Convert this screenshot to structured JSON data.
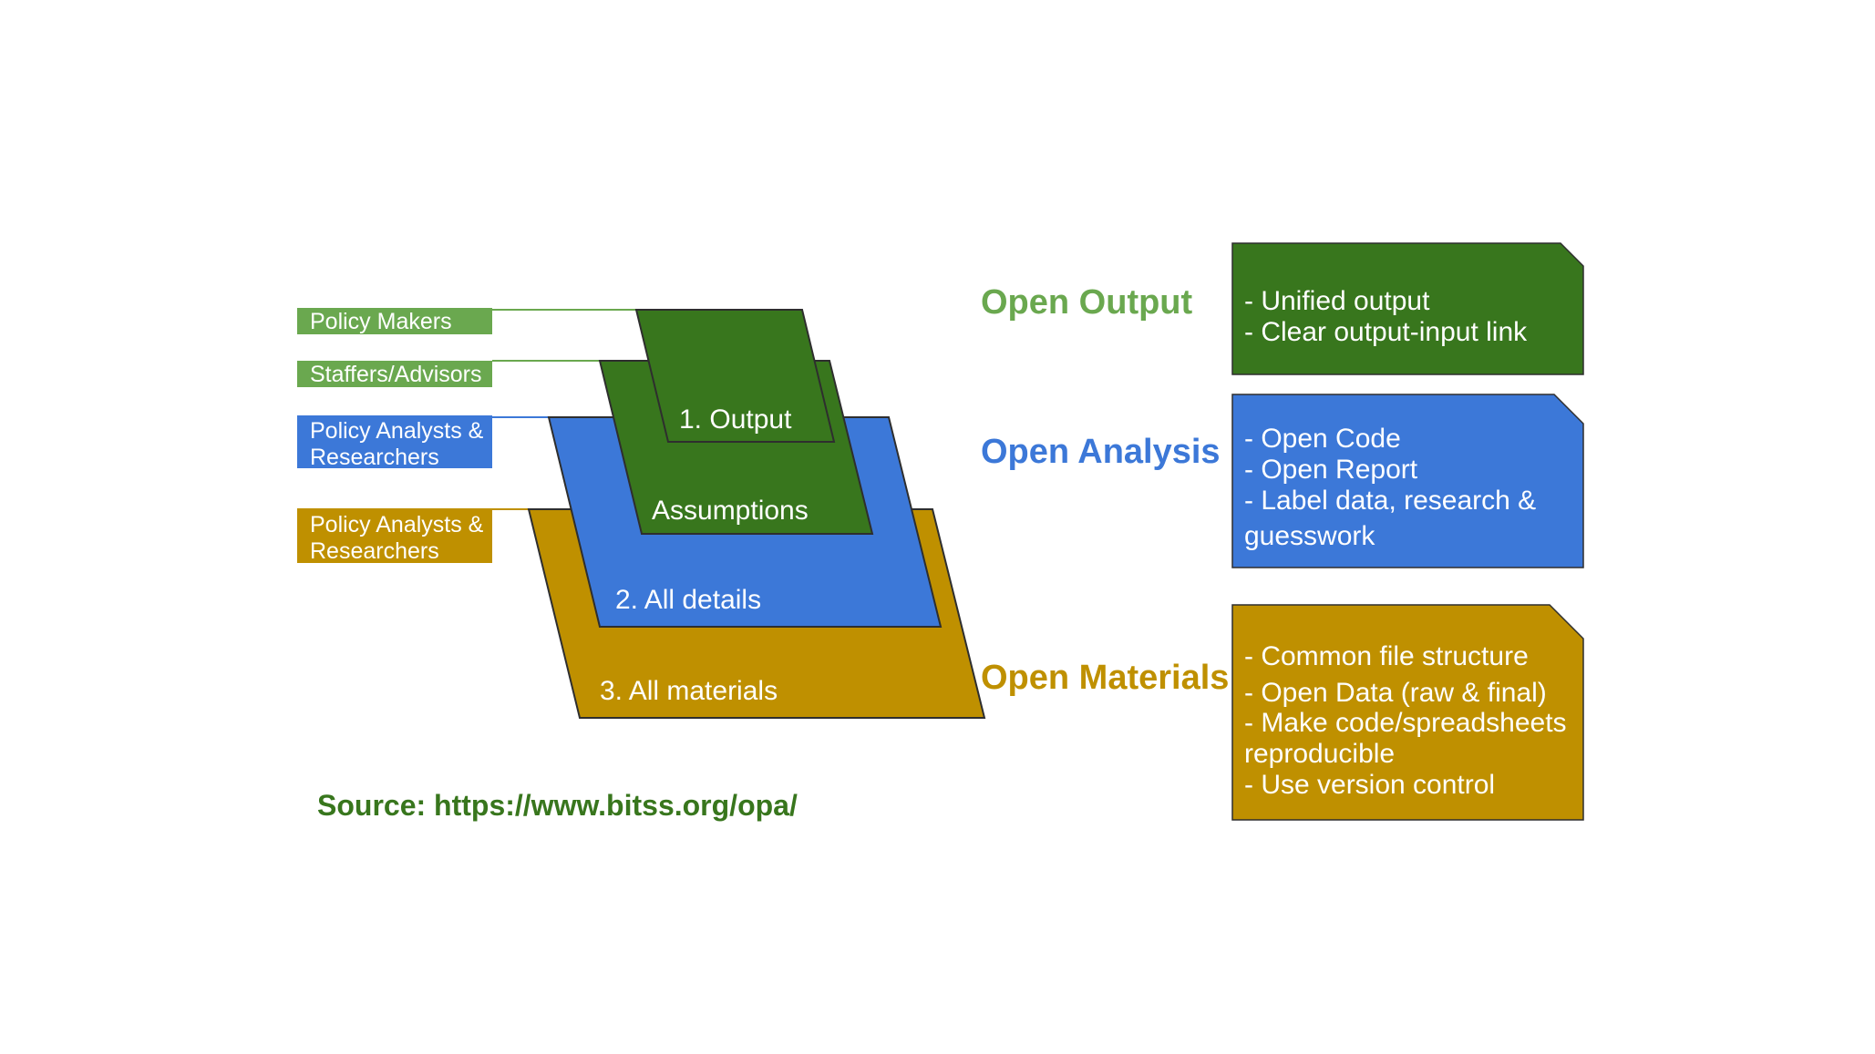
{
  "colors": {
    "light_green": "#6aa84f",
    "dark_green": "#38761d",
    "blue": "#3c78d8",
    "gold": "#bf9000",
    "source_green": "#38761d"
  },
  "audience_labels": [
    {
      "lines": [
        "Policy Makers"
      ],
      "color": "light_green"
    },
    {
      "lines": [
        "Staffers/Advisors"
      ],
      "color": "light_green"
    },
    {
      "lines": [
        "Policy Analysts &",
        "Researchers"
      ],
      "color": "blue"
    },
    {
      "lines": [
        "Policy Analysts &",
        "Researchers"
      ],
      "color": "gold"
    }
  ],
  "layers": {
    "output": "1. Output",
    "assumptions": "Assumptions",
    "details": "2. All details",
    "materials": "3. All materials"
  },
  "open_titles": {
    "output": "Open Output",
    "analysis": "Open Analysis",
    "materials": "Open Materials"
  },
  "boxes": {
    "output": [
      "- Unified output",
      "- Clear output-input link"
    ],
    "analysis": [
      "- Open Code",
      "- Open Report",
      "- Label data, research &",
      "guesswork"
    ],
    "materials": [
      "- Common file structure",
      "- Open Data (raw & final)",
      "- Make code/spreadsheets",
      "reproducible",
      "- Use version control"
    ]
  },
  "source": "Source: https://www.bitss.org/opa/"
}
